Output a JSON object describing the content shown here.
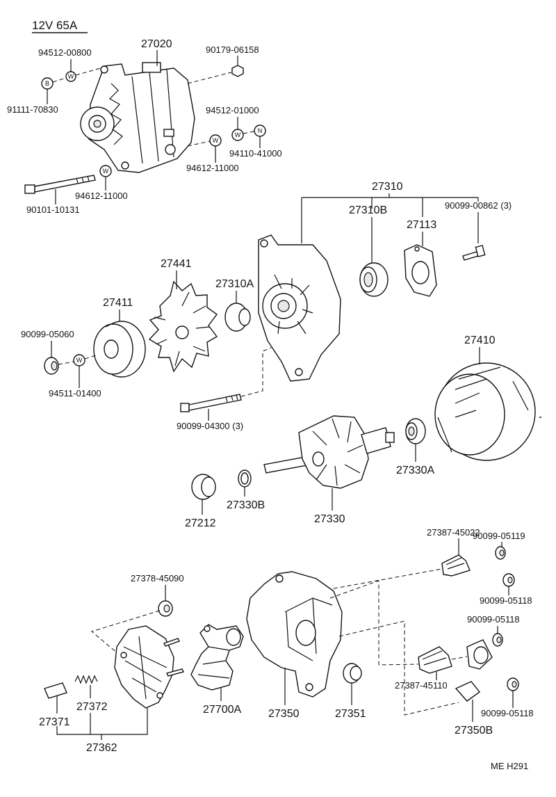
{
  "header": {
    "spec": "12V  65A"
  },
  "ref_code": "ME  H291",
  "washer_letters": {
    "w": "W",
    "b": "B",
    "n": "N"
  },
  "labels": {
    "p27020": "27020",
    "p94512_00800": "94512-00800",
    "p90179_06158": "90179-06158",
    "p91111_70830": "91111-70830",
    "p94512_01000": "94512-01000",
    "p94110_41000": "94110-41000",
    "p94612_11000a": "94612-11000",
    "p94612_11000b": "94612-11000",
    "p90101_10131": "90101-10131",
    "p27310": "27310",
    "p27310B": "27310B",
    "p27113": "27113",
    "p90099_00862": "90099-00862 (3)",
    "p27441": "27441",
    "p27310A": "27310A",
    "p27411": "27411",
    "p90099_05060": "90099-05060",
    "p94511_01400": "94511-01400",
    "p27410": "27410",
    "p90099_04300": "90099-04300 (3)",
    "p27330A": "27330A",
    "p27212": "27212",
    "p27330B": "27330B",
    "p27330": "27330",
    "p90099_05119": "90099-05119",
    "p27387_45022": "27387-45022",
    "p27378_45090": "27378-45090",
    "p90099_05118a": "90099-05118",
    "p90099_05118b": "90099-05118",
    "p27387_45110": "27387-45110",
    "p90099_05118c": "90099-05118",
    "p27372": "27372",
    "p27371": "27371",
    "p27700A": "27700A",
    "p27350": "27350",
    "p27351": "27351",
    "p27350B": "27350B",
    "p27362": "27362"
  }
}
